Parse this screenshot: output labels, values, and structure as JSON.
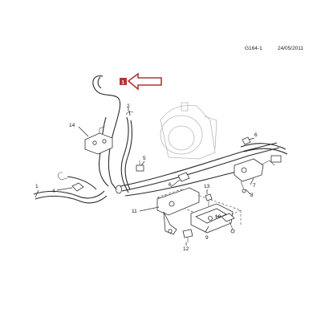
{
  "header": {
    "code": "G164-1",
    "date": "24/05/2011"
  },
  "highlight": {
    "label": "1",
    "color": "#b5333a"
  },
  "callouts": [
    {
      "id": "c1",
      "text": "1"
    },
    {
      "id": "c2",
      "text": "2"
    },
    {
      "id": "c4",
      "text": "4"
    },
    {
      "id": "c5",
      "text": "5"
    },
    {
      "id": "c6a",
      "text": "6"
    },
    {
      "id": "c6b",
      "text": "6"
    },
    {
      "id": "c7",
      "text": "7"
    },
    {
      "id": "c8",
      "text": "8"
    },
    {
      "id": "c9",
      "text": "9"
    },
    {
      "id": "c10",
      "text": "10"
    },
    {
      "id": "c11",
      "text": "11"
    },
    {
      "id": "c12",
      "text": "12"
    },
    {
      "id": "c13",
      "text": "13"
    },
    {
      "id": "c14",
      "text": "14"
    }
  ]
}
